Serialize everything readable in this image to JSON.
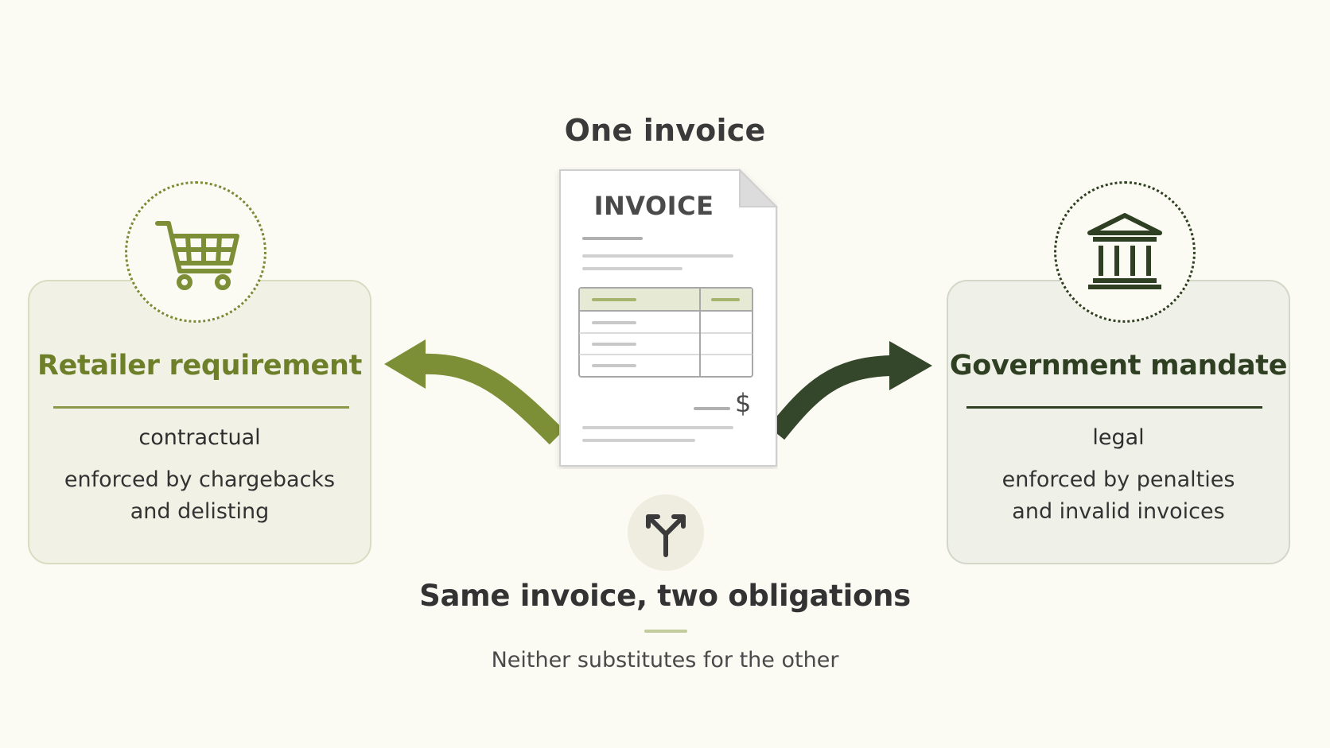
{
  "center": {
    "title": "One invoice",
    "document_heading": "INVOICE",
    "currency_symbol": "$"
  },
  "left_card": {
    "icon": "shopping-cart-icon",
    "title": "Retailer requirement",
    "subtitle": "contractual",
    "description_line1": "enforced by chargebacks",
    "description_line2": "and delisting",
    "accent_color": "#6e7f2a"
  },
  "right_card": {
    "icon": "government-building-icon",
    "title": "Government mandate",
    "subtitle": "legal",
    "description_line1": "enforced by penalties",
    "description_line2": "and invalid invoices",
    "accent_color": "#2f3f22"
  },
  "footer": {
    "icon": "fork-split-icon",
    "title": "Same invoice, two obligations",
    "subtitle": "Neither substitutes for the other"
  }
}
